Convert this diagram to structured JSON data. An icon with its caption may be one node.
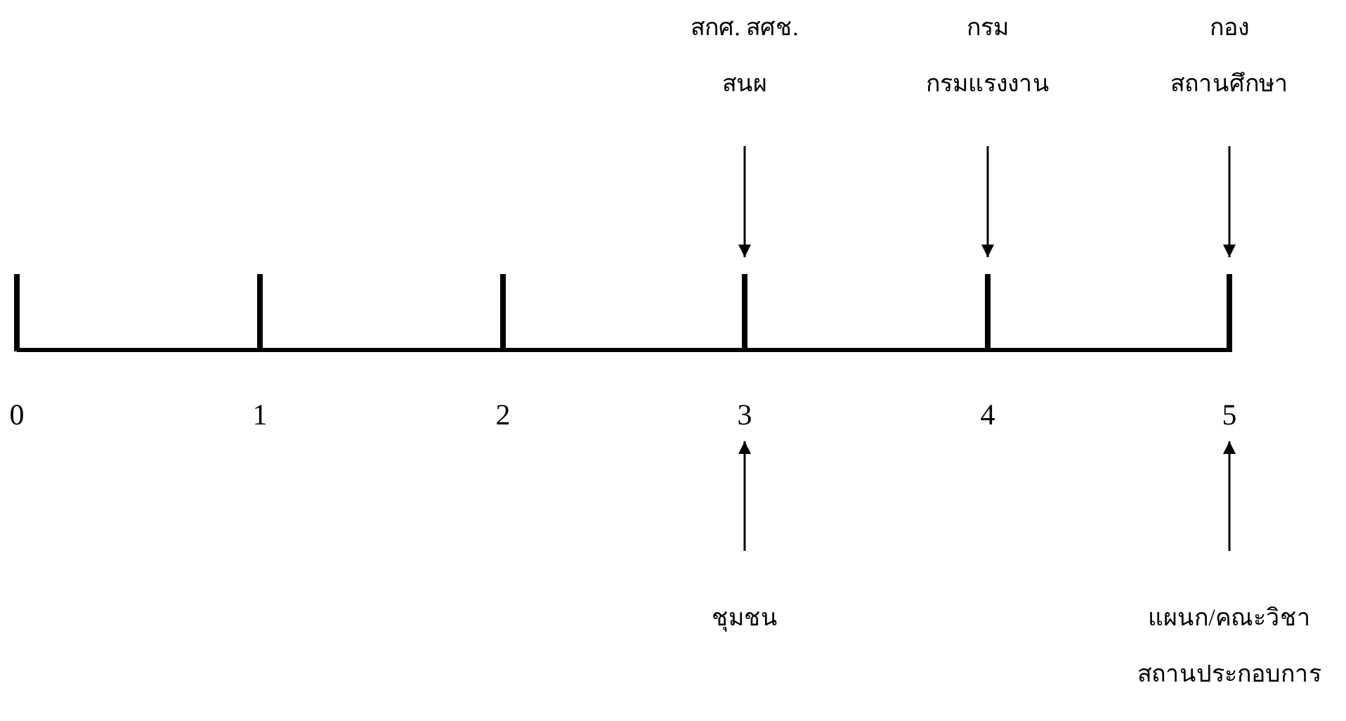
{
  "diagram": {
    "nodes": [
      {
        "text": [
          "สกศ. สศช.",
          "สนผ"
        ]
      },
      {
        "text": [
          "กรม",
          "กรมแรงงาน"
        ]
      },
      {
        "text": [
          "กอง",
          "สถานศึกษา"
        ]
      },
      {
        "text": [],
        "shape": "bar"
      },
      {
        "text": [],
        "shape": "bar"
      },
      {
        "text": [],
        "shape": "bar"
      },
      {
        "text": [],
        "shape": "bar"
      },
      {
        "text": [],
        "shape": "bar"
      },
      {
        "text": [],
        "shape": "bar"
      },
      {
        "text": [
          "0"
        ]
      },
      {
        "text": [
          "1"
        ]
      },
      {
        "text": [
          "2"
        ]
      },
      {
        "text": [
          "3"
        ]
      },
      {
        "text": [
          "4"
        ]
      },
      {
        "text": [
          "5"
        ]
      },
      {
        "text": [
          "ชุมชน"
        ]
      },
      {
        "text": [
          "แผนก/คณะวิชา",
          "สถานประกอบการ"
        ]
      }
    ],
    "edges": [
      {
        "from": 0,
        "to": 6,
        "arrow": "to"
      },
      {
        "from": 1,
        "to": 7,
        "arrow": "to"
      },
      {
        "from": 2,
        "to": 8,
        "arrow": "to"
      },
      {
        "from": 15,
        "to": 12,
        "arrow": "to"
      },
      {
        "from": 16,
        "to": 14,
        "arrow": "to"
      }
    ]
  }
}
